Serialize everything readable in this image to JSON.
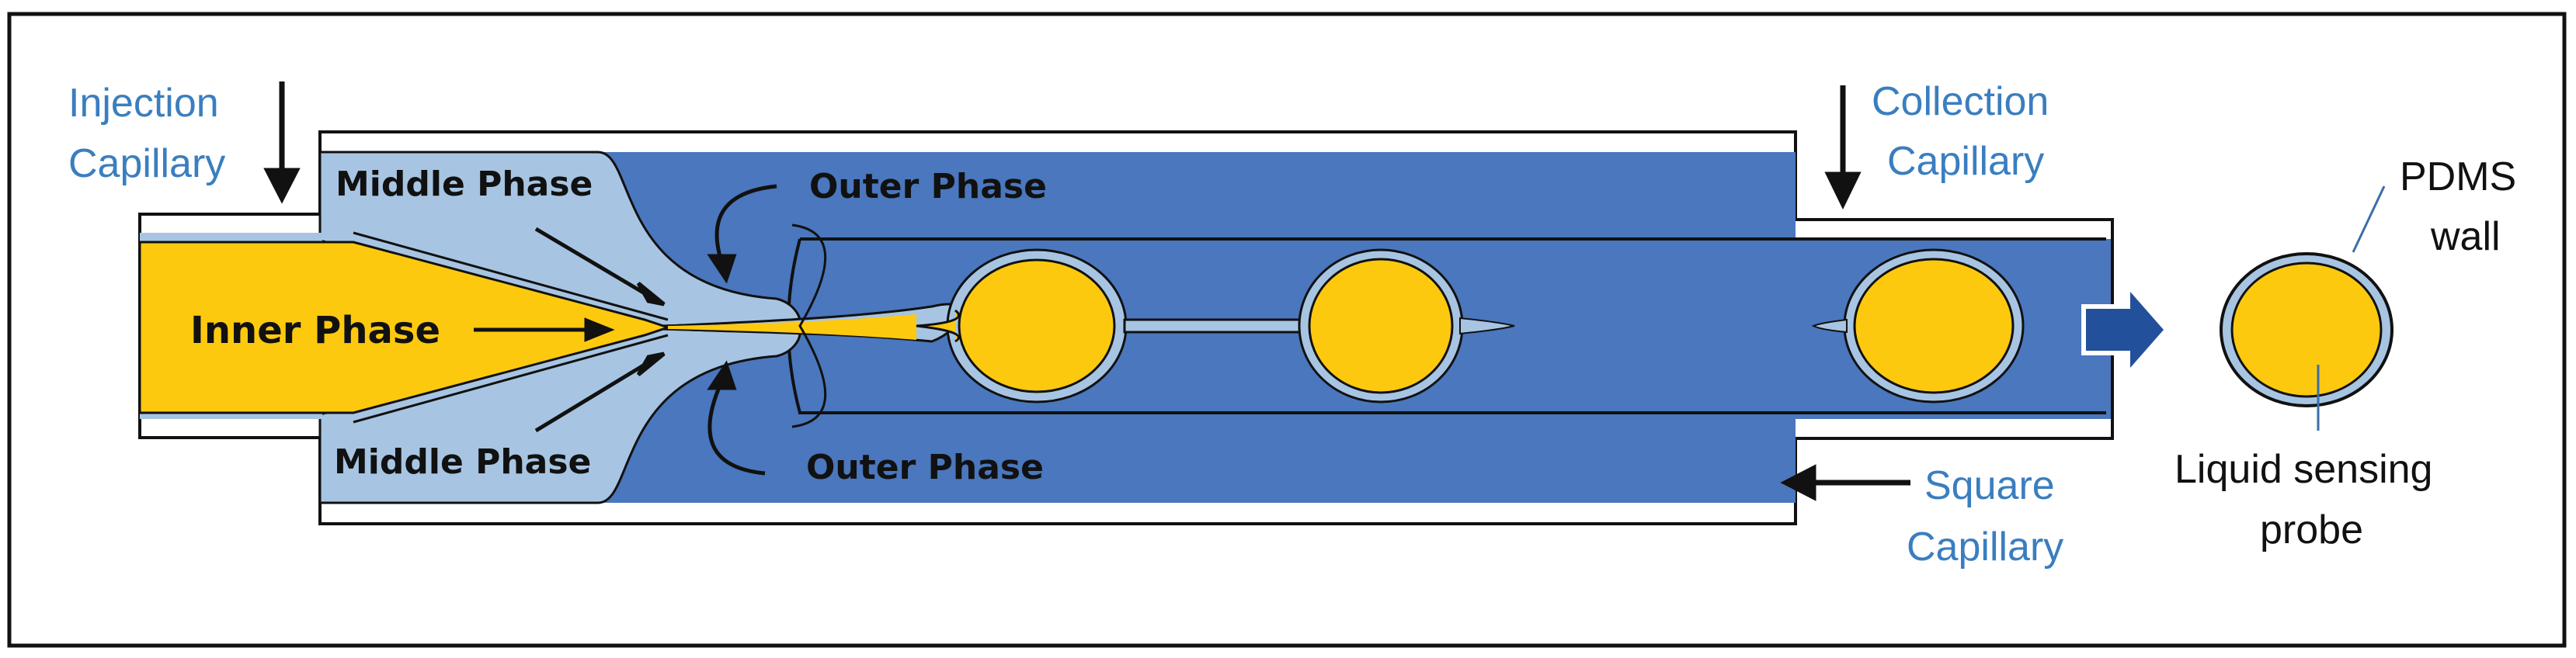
{
  "labels": {
    "injection_capillary": [
      "Injection",
      "Capillary"
    ],
    "collection_capillary": [
      "Collection",
      "Capillary"
    ],
    "square_capillary": [
      "Square",
      "Capillary"
    ],
    "pdms_wall": [
      "PDMS",
      "wall"
    ],
    "liquid_sensing_probe": [
      "Liquid sensing",
      "probe"
    ],
    "middle_phase_top": "Middle Phase",
    "middle_phase_bottom": "Middle Phase",
    "outer_phase_top": "Outer Phase",
    "outer_phase_bottom": "Outer Phase",
    "inner_phase": "Inner Phase"
  },
  "colors": {
    "outer_phase": "#4a77bd",
    "middle_phase": "#a7c5e2",
    "inner_phase": "#fdc90f",
    "label_blue": "#3a7ebf",
    "arrow_fill": "#23509a"
  }
}
